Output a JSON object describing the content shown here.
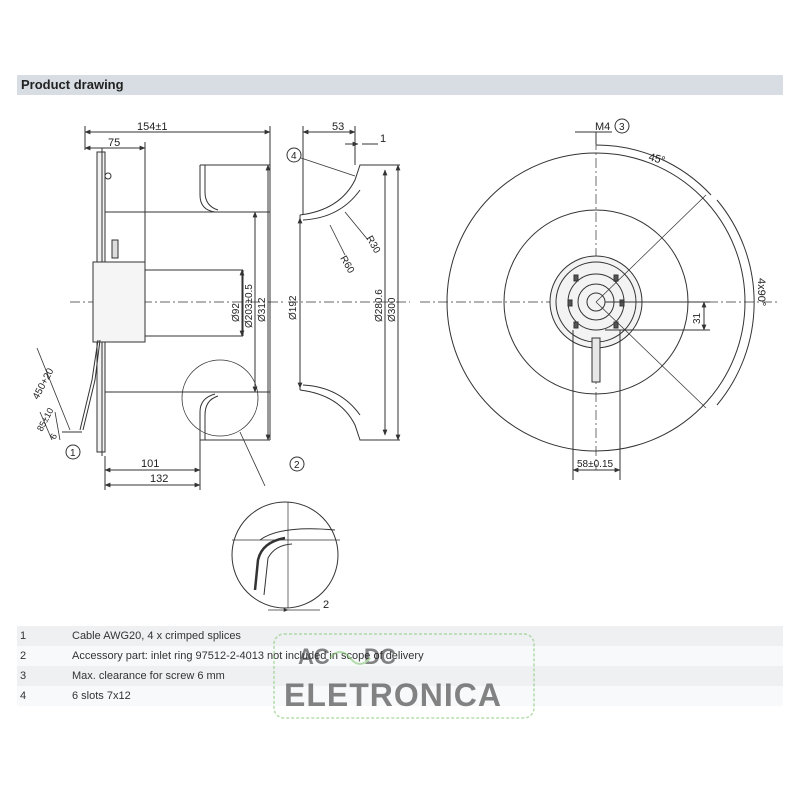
{
  "header": {
    "title": "Product drawing"
  },
  "dimensions": {
    "side": {
      "d154": "154±1",
      "d75": "75",
      "d92": "Ø92",
      "d203": "Ø203±0.5",
      "d312": "Ø312",
      "d101": "101",
      "d132": "132",
      "d450": "450+20",
      "d85": "85±10",
      "d6": "6",
      "d2": "2"
    },
    "ring": {
      "d53": "53",
      "d1": "1",
      "r30": "R30",
      "r60": "R60",
      "d192": "Ø192",
      "d280": "Ø280.6",
      "d300": "Ø300"
    },
    "front": {
      "m4": "M4",
      "a45": "45°",
      "a4x90": "4x90°",
      "d31": "31",
      "d58": "58±0.15"
    }
  },
  "callouts": {
    "c1": "1",
    "c2": "2",
    "c3": "3",
    "c4": "4"
  },
  "legend": [
    {
      "num": "1",
      "text": "Cable AWG20, 4 x crimped splices"
    },
    {
      "num": "2",
      "text": "Accessory part: inlet ring 97512-2-4013 not included in scope of delivery"
    },
    {
      "num": "3",
      "text": "Max. clearance for screw 6 mm"
    },
    {
      "num": "4",
      "text": "6 slots 7x12"
    }
  ],
  "watermark": {
    "top_left": "AC",
    "top_right": "DC",
    "bottom": "ELETRONICA"
  },
  "colors": {
    "header_bg": "#d7dde2",
    "line": "#333333",
    "watermark": "#7cc36a"
  }
}
